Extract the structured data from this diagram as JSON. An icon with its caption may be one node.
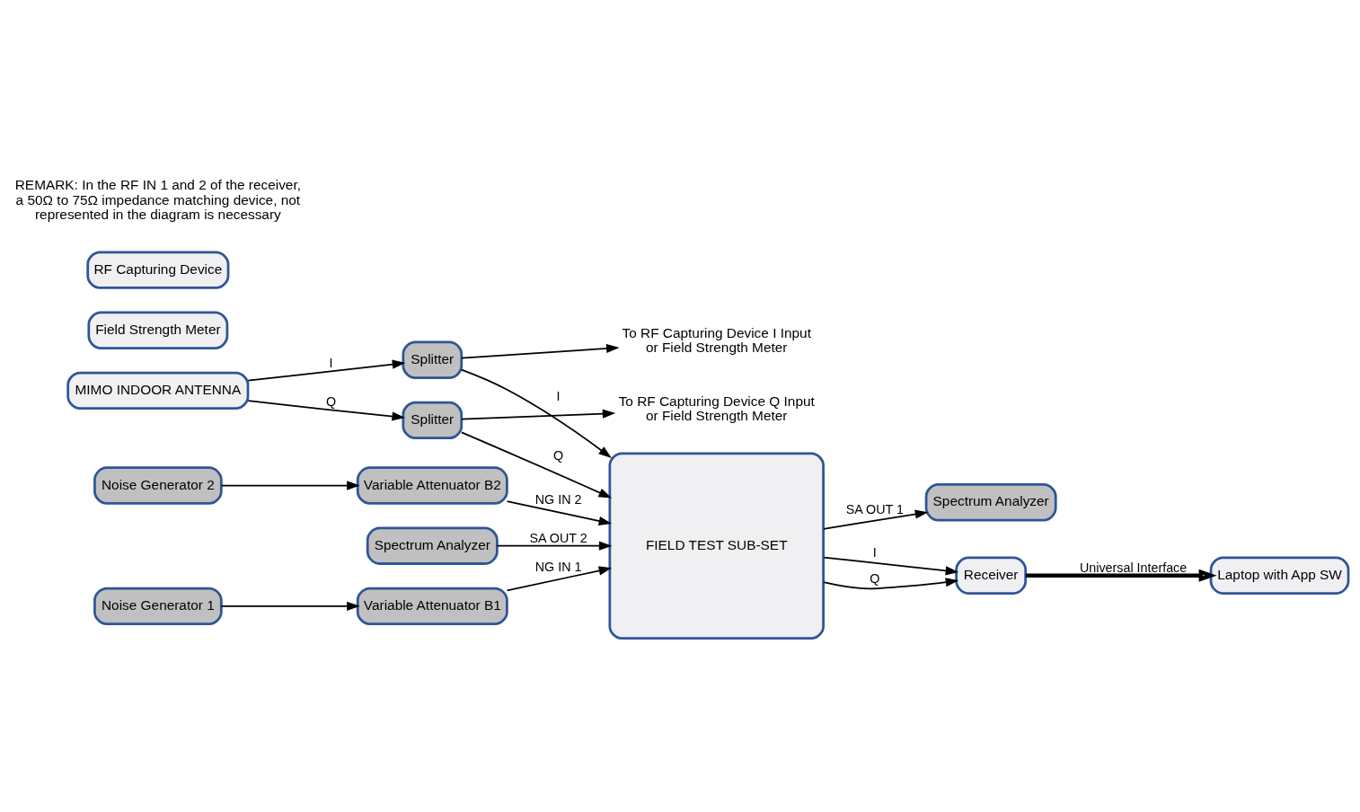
{
  "diagram": {
    "nodes": [
      {
        "text": [
          "Noise Generator 1"
        ]
      },
      {
        "text": [
          "Field Strength Meter"
        ]
      },
      {
        "text": [
          "Variable Attenuator B1"
        ]
      },
      {
        "text": [
          "Spectrum Analyzer"
        ]
      },
      {
        "text": [
          "To RF Capturing Device I Input or Field Strength Meter"
        ]
      },
      {
        "text": [
          "MIMO INDOOR ANTENNA"
        ]
      },
      {
        "text": [
          "Splitter"
        ]
      },
      {
        "text": [
          "Splitter"
        ]
      },
      {
        "text": [
          "FIELD TEST SUB-SET"
        ]
      },
      {
        "text": [
          "Receiver"
        ]
      },
      {
        "text": [
          "Laptop with App SW"
        ]
      },
      {
        "text": [
          "To RF Capturing Device Q Input or Field Strength Meter"
        ]
      },
      {
        "text": [
          "Variable Attenuator B2"
        ]
      },
      {
        "text": [
          "Spectrum Analyzer"
        ]
      },
      {
        "text": [
          "RF Capturing Device"
        ]
      },
      {
        "text": [
          "Noise Generator 2"
        ]
      }
    ],
    "edges": [
      {
        "from": 0,
        "to": 2,
        "arrow": "to"
      },
      {
        "from": 2,
        "to": 8,
        "arrow": "to",
        "label": "NG IN 1"
      },
      {
        "from": 8,
        "to": 3,
        "arrow": "to",
        "label": "SA OUT 1"
      },
      {
        "from": 5,
        "to": 6,
        "arrow": "to",
        "label": "I"
      },
      {
        "from": 5,
        "to": 7,
        "arrow": "to",
        "label": "Q"
      },
      {
        "from": 6,
        "to": 4,
        "arrow": "to"
      },
      {
        "from": 6,
        "to": 8,
        "arrow": "to",
        "label": "I"
      },
      {
        "from": 7,
        "to": 8,
        "arrow": "to",
        "label": "Q"
      },
      {
        "from": 7,
        "to": 11,
        "arrow": "to"
      },
      {
        "from": 8,
        "to": 9,
        "arrow": "to",
        "label": "I"
      },
      {
        "from": 8,
        "to": 9,
        "arrow": "to",
        "label": "Q"
      },
      {
        "from": 9,
        "to": 10,
        "arrow": "to",
        "label": "Universal Interface",
        "style": "thick"
      },
      {
        "from": 12,
        "to": 8,
        "arrow": "to",
        "label": "NG IN 2"
      },
      {
        "from": 13,
        "to": 8,
        "arrow": "to",
        "label": "SA OUT 2"
      },
      {
        "from": 15,
        "to": 12,
        "arrow": "to"
      }
    ],
    "labels": [
      "REMARK: In the RF IN 1 and 2 of the receiver, a 50Ω to 75Ω impedance matching device, not represented in the diagram is necessary"
    ]
  }
}
